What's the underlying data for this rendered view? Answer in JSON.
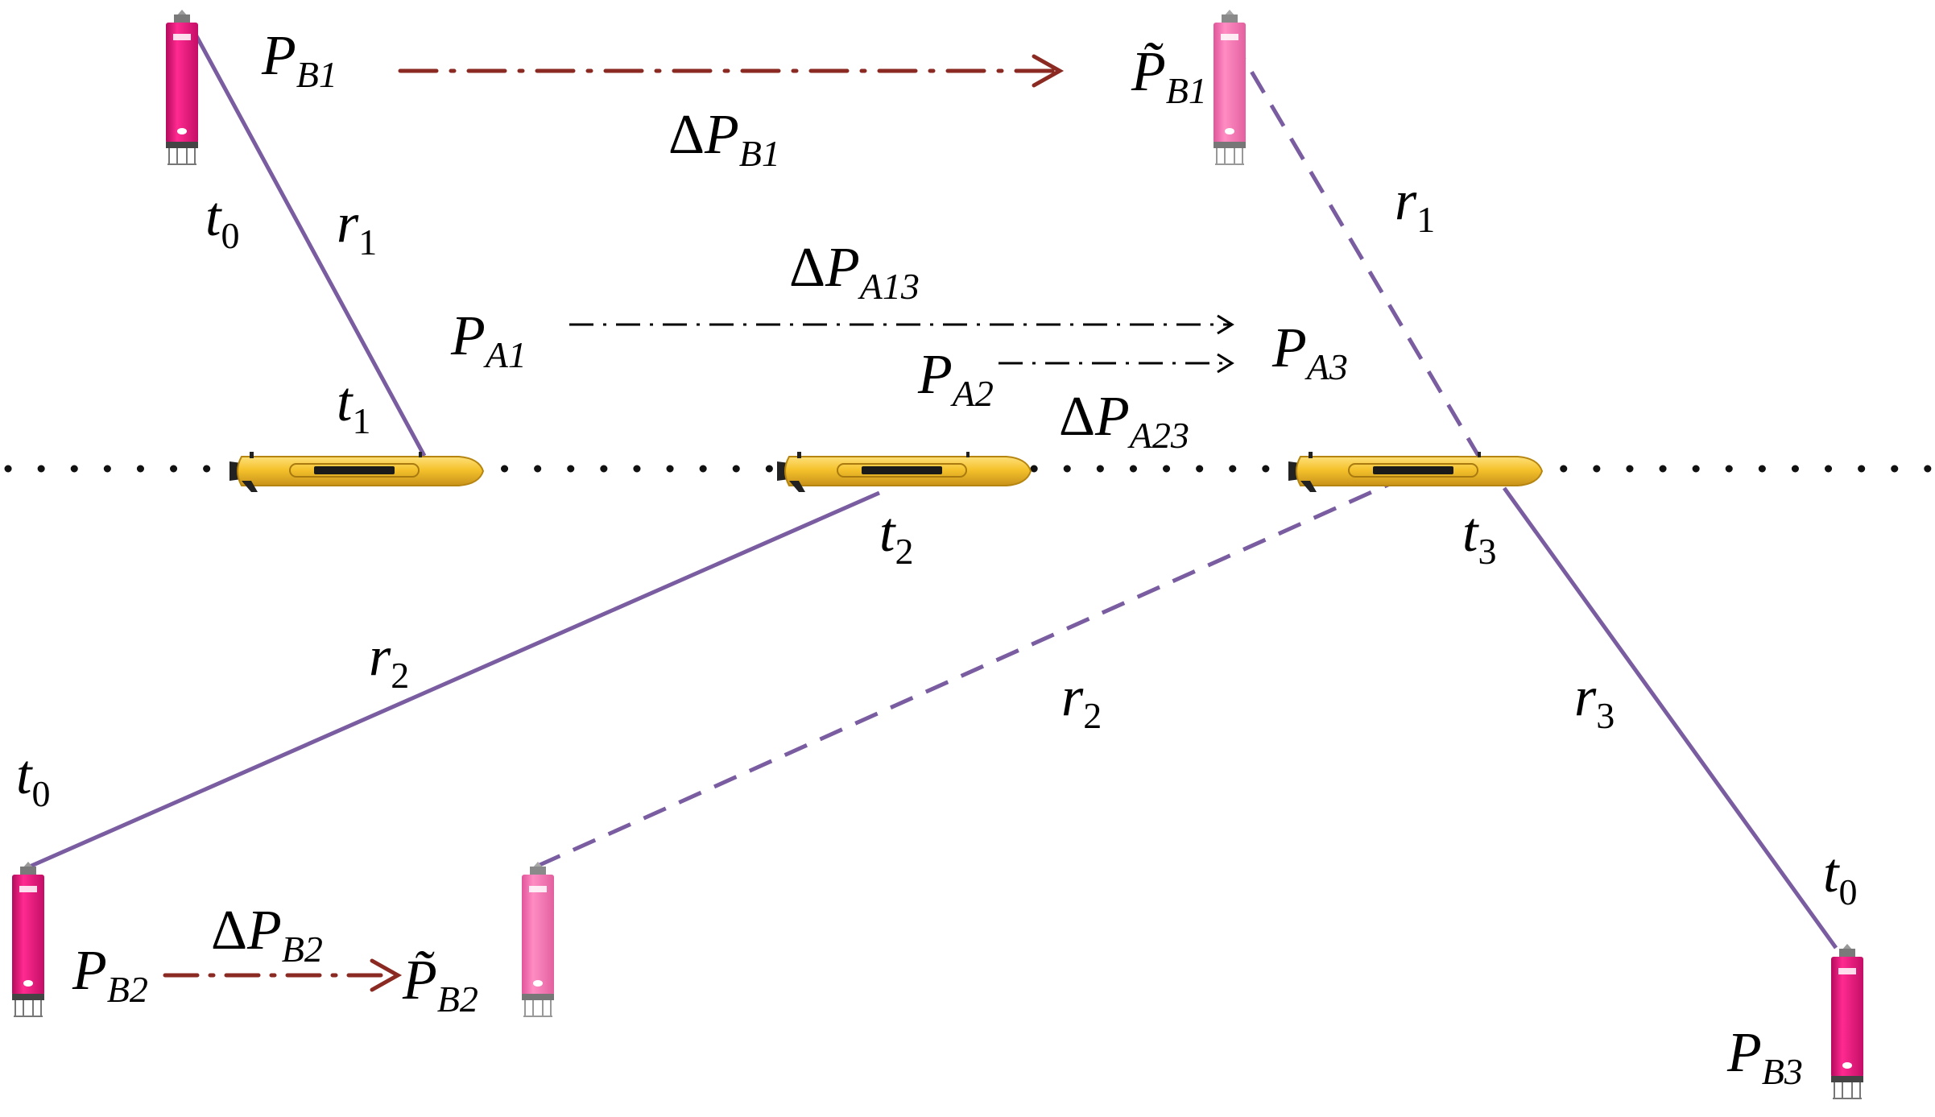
{
  "labels": {
    "P": "P",
    "P_tilde": "P̃",
    "delta": "Δ",
    "r": "r",
    "t": "t",
    "B1": "B1",
    "B2": "B2",
    "B3": "B3",
    "A1": "A1",
    "A2": "A2",
    "A3": "A3",
    "A13": "A13",
    "A23": "A23",
    "n0": "0",
    "n1": "1",
    "n2": "2",
    "n3": "3"
  },
  "colors": {
    "beacon": "#e8127a",
    "beacon_moved": "#f06aa8",
    "auv_body": "#f2c02a",
    "range_line": "#7a5ca0",
    "shift_arrow": "#8b2a22",
    "auv_arrow": "#000000"
  }
}
